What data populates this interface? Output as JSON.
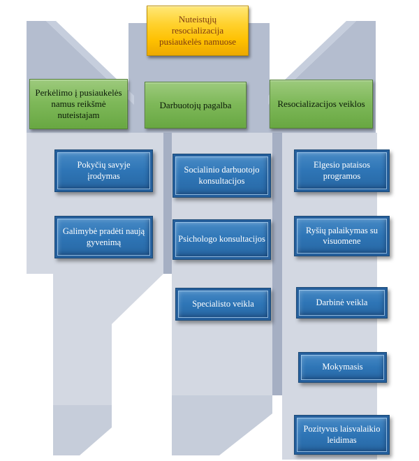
{
  "title": "Nuteistųjų resocializacija pusiaukelės namuose",
  "columns": [
    {
      "header": "Perkėlimo į pusiaukelės namus reikšmė nuteistajam",
      "items": [
        "Pokyčių savyje įrodymas",
        "Galimybė pradėti naują gyvenimą"
      ]
    },
    {
      "header": "Darbuotojų pagalba",
      "items": [
        "Socialinio darbuotojo konsultacijos",
        "Psichologo konsultacijos",
        "Specialisto veikla"
      ]
    },
    {
      "header": "Resocializacijos veiklos",
      "items": [
        "Elgesio pataisos programos",
        "Ryšių palaikymas su visuomene",
        "Darbinė veikla",
        "Mokymasis",
        "Pozityvus laisvalaikio leidimas"
      ]
    }
  ],
  "colors": {
    "title_fill": "#FFC000",
    "title_text": "#7E3A12",
    "header_fill": "#70AD47",
    "item_fill": "#2E75B6",
    "item_text": "#FFFFFF",
    "shape_gray_medium": "#B4BDCF",
    "shape_gray_light": "#D3D8E2"
  }
}
